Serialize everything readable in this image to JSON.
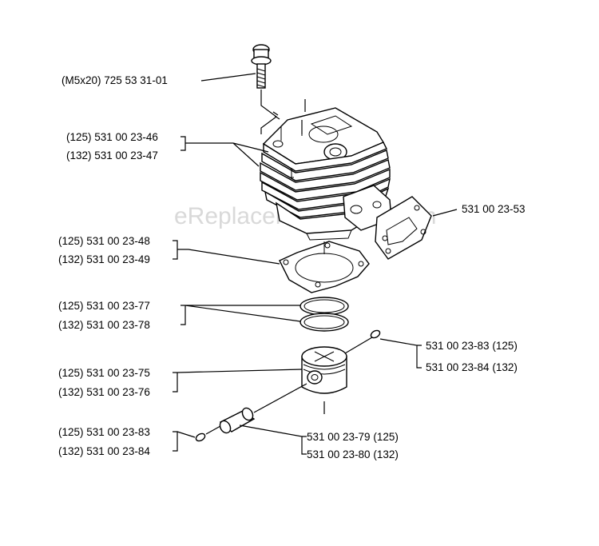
{
  "watermark": "eReplacementParts.com",
  "labels": {
    "bolt": "(M5x20) 725 53 31-01",
    "cyl_125": "(125) 531 00 23-46",
    "cyl_132": "(132) 531 00 23-47",
    "exh_gasket": "531 00 23-53",
    "gasket_125": "(125) 531 00 23-48",
    "gasket_132": "(132) 531 00 23-49",
    "rings_125": "(125) 531 00 23-77",
    "rings_132": "(132) 531 00 23-78",
    "clip_r_125": "531 00 23-83 (125)",
    "clip_r_132": "531 00 23-84 (132)",
    "piston_125": "(125) 531 00 23-75",
    "piston_132": "(132) 531 00 23-76",
    "clip_l_125": "(125) 531 00 23-83",
    "clip_l_132": "(132) 531 00 23-84",
    "pin_125": "531 00 23-79 (125)",
    "pin_132": "531 00 23-80 (132)"
  }
}
